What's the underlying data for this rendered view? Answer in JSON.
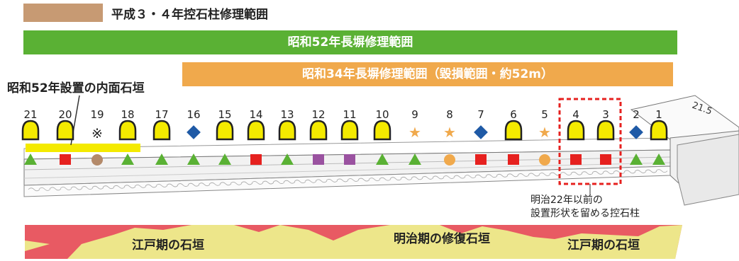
{
  "legend": {
    "swatch_color": "#c79a73",
    "label": "平成３・４年控石柱修理範囲"
  },
  "bands": {
    "s52": {
      "label": "昭和52年長塀修理範囲",
      "color": "#5ab134"
    },
    "s34": {
      "label": "昭和34年長塀修理範囲（毀損範囲・約52m）",
      "color": "#f0a94c"
    }
  },
  "inner_wall_label": "昭和52年設置の内面石垣",
  "note_label_lines": [
    "明治22年以前の",
    "設置形状を留める控石柱"
  ],
  "corner_mark": "21.5",
  "posts": [
    {
      "num": "21",
      "top": "bell",
      "bottom": "green-triangle"
    },
    {
      "num": "20",
      "top": "bell",
      "bottom": "red-square"
    },
    {
      "num": "19",
      "top": "kome",
      "bottom": "brown-circle"
    },
    {
      "num": "18",
      "top": "bell",
      "bottom": "green-triangle"
    },
    {
      "num": "17",
      "top": "bell",
      "bottom": "green-triangle"
    },
    {
      "num": "16",
      "top": "blue-diamond",
      "bottom": "green-triangle"
    },
    {
      "num": "15",
      "top": "bell",
      "bottom": "green-triangle"
    },
    {
      "num": "14",
      "top": "bell",
      "bottom": "red-square"
    },
    {
      "num": "13",
      "top": "bell",
      "bottom": "green-triangle"
    },
    {
      "num": "12",
      "top": "bell",
      "bottom": "purple-square"
    },
    {
      "num": "11",
      "top": "bell",
      "bottom": "purple-square"
    },
    {
      "num": "10",
      "top": "bell",
      "bottom": "green-triangle"
    },
    {
      "num": "9",
      "top": "orange-star",
      "bottom": "green-triangle"
    },
    {
      "num": "8",
      "top": "orange-star",
      "bottom": "orange-circle"
    },
    {
      "num": "7",
      "top": "blue-diamond",
      "bottom": "red-square"
    },
    {
      "num": "6",
      "top": "bell",
      "bottom": "red-square"
    },
    {
      "num": "5",
      "top": "orange-star",
      "bottom": "orange-circle"
    },
    {
      "num": "4",
      "top": "bell",
      "bottom": "red-square"
    },
    {
      "num": "3",
      "top": "bell",
      "bottom": "red-square"
    },
    {
      "num": "2",
      "top": "blue-diamond",
      "bottom": "green-triangle"
    },
    {
      "num": "1",
      "top": "bell",
      "bottom": "green-triangle"
    }
  ],
  "kome_symbol": "※",
  "star_symbol": "★",
  "wall_bottom": {
    "edo_left": "江戸期の石垣",
    "meiji": "明治期の修復石垣",
    "edo_right": "江戸期の石垣",
    "edo_color": "#e85a63",
    "meiji_color": "#ede68a"
  },
  "colors": {
    "bell_fill": "#f4ea00",
    "green": "#5ab134",
    "red": "#e6211f",
    "purple": "#9a52a0",
    "brown": "#b48a6a",
    "orange": "#f0a94c",
    "blue": "#1f5aa6",
    "highlight_yellow": "#f4ea00",
    "dashed_red": "#e6211f"
  }
}
